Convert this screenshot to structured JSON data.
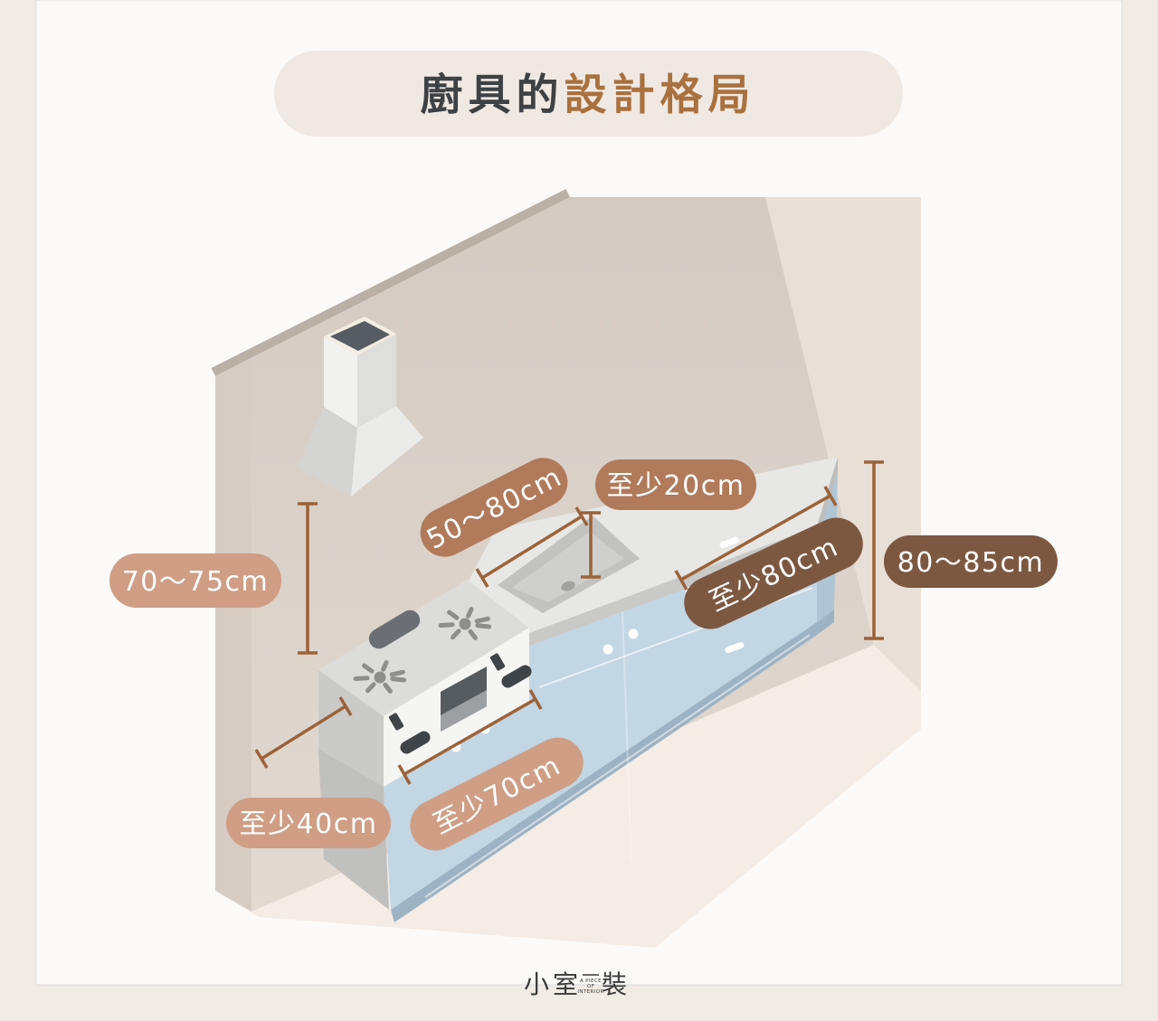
{
  "title": {
    "normal": "廚具的",
    "accent": "設計格局"
  },
  "labels": {
    "hood_clearance": "70～75cm",
    "sink_width": "50～80cm",
    "sink_to_edge": "至少20cm",
    "work_surface": "至少80cm",
    "counter_height": "80～85cm",
    "cooktop_width": "至少70cm",
    "stove_to_wall": "至少40cm"
  },
  "logo": {
    "left": "小室",
    "right": "裝",
    "tagline": [
      "A PIECE",
      "OF",
      "INTERIOR"
    ]
  },
  "colors": {
    "page_background": "#f1ebe5",
    "panel_background": "#fbfaf8",
    "title_pill": "#f0e9e3",
    "title_normal": "#3e4245",
    "title_accent": "#a9713f",
    "pill_light": "#cf9e85",
    "pill_medium": "#b17a5b",
    "pill_dark": "#7d5841",
    "dimension_line": "#9c6239",
    "wall": "#d9d0c8",
    "right_wall": "#e8dfd7",
    "floor": "#f4ece5",
    "cabinet_blue": "#c2d6e4",
    "countertop": "#e7e7e5"
  }
}
